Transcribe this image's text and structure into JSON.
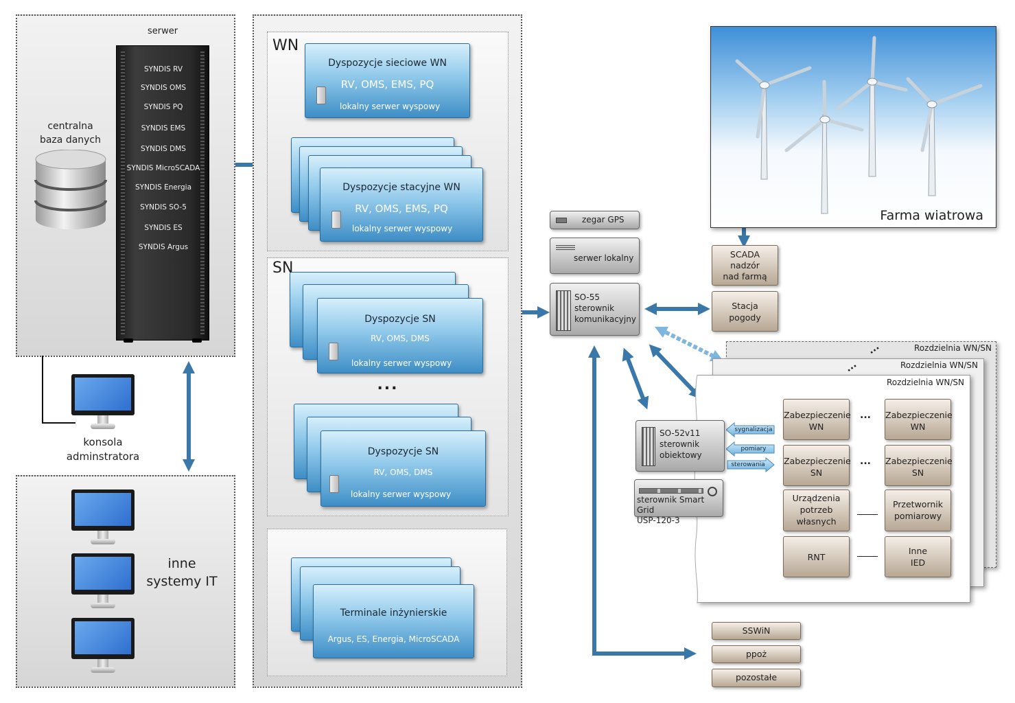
{
  "left": {
    "server_label": "serwer",
    "db_label": [
      "centralna",
      "baza danych"
    ],
    "rack_items": [
      "SYNDIS RV",
      "SYNDIS OMS",
      "SYNDIS PQ",
      "SYNDIS EMS",
      "SYNDIS DMS",
      "SYNDIS MicroSCADA",
      "SYNDIS Energia",
      "SYNDIS SO-5",
      "SYNDIS ES",
      "SYNDIS Argus"
    ],
    "console_label": [
      "konsola",
      "adminstratora"
    ],
    "it_label": [
      "inne",
      "systemy IT"
    ]
  },
  "middle": {
    "wn_label": "WN",
    "sn_label": "SN",
    "wn_network": {
      "title": "Dyspozycje sieciowe WN",
      "sub": "RV, OMS, EMS, PQ",
      "server": "lokalny serwer wyspowy"
    },
    "wn_station": {
      "title": "Dyspozycje stacyjne WN",
      "sub": "RV, OMS, EMS, PQ",
      "server": "lokalny serwer wyspowy"
    },
    "sn_1": {
      "title": "Dyspozycje SN",
      "sub": "RV, OMS, DMS",
      "server": "lokalny serwer wyspowy"
    },
    "ellipsis": "...",
    "sn_2": {
      "title": "Dyspozycje SN",
      "sub": "RV, OMS, DMS",
      "server": "lokalny serwer wyspowy"
    },
    "terminals": {
      "title": "Terminale inżynierskie",
      "sub": "Argus, ES, Energia, MicroSCADA"
    }
  },
  "devices": {
    "gps": "zegar GPS",
    "local_server": "serwer lokalny",
    "so55": [
      "SO-55",
      "sterownik",
      "komunikacyjny"
    ],
    "so52": [
      "SO-52v11",
      "sterownik",
      "obiektowy"
    ],
    "smart_grid": [
      "sterownik Smart Grid",
      "USP-120-3"
    ]
  },
  "farm": {
    "label": "Farma wiatrowa",
    "scada": [
      "SCADA",
      "nadzór",
      "nad farmą"
    ],
    "weather": [
      "Stacja",
      "pogody"
    ]
  },
  "substation": {
    "labels": [
      "Rozdzielnia WN/SN",
      "Rozdzielnia WN/SN",
      "Rozdzielnia WN/SN"
    ],
    "signals": [
      "sygnalizacja",
      "pomiary",
      "sterowania"
    ],
    "boxes": [
      [
        "Zabezpieczenie",
        "WN"
      ],
      [
        "Zabezpieczenie",
        "WN"
      ],
      [
        "Zabezpieczenie",
        "SN"
      ],
      [
        "Zabezpieczenie",
        "SN"
      ],
      [
        "Urządzenia",
        "potrzeb",
        "własnych"
      ],
      [
        "Przetwornik",
        "pomiarowy"
      ],
      [
        "RNT"
      ],
      [
        "Inne",
        "IED"
      ]
    ],
    "dots": "..."
  },
  "other": {
    "items": [
      "SSWiN",
      "ppoż",
      "pozostałe"
    ]
  }
}
